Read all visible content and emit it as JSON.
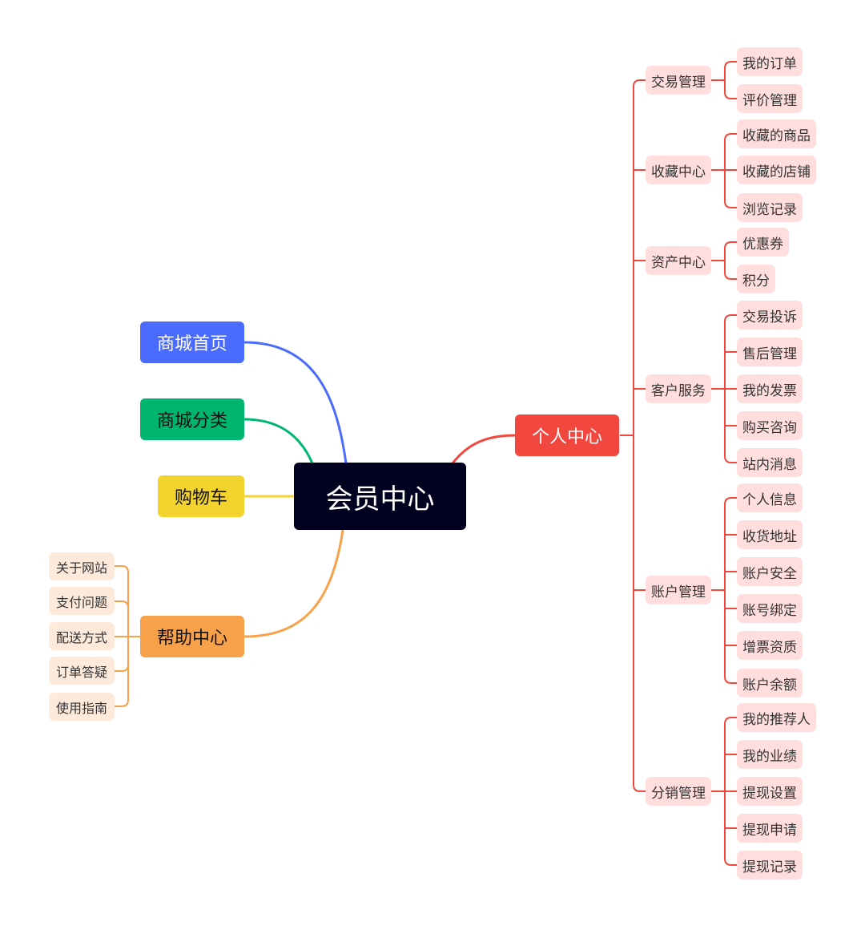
{
  "root": {
    "label": "会员中心"
  },
  "left": {
    "home": "商城首页",
    "category": "商城分类",
    "cart": "购物车",
    "help": {
      "label": "帮助中心",
      "items": [
        "关于网站",
        "支付问题",
        "配送方式",
        "订单答疑",
        "使用指南"
      ]
    }
  },
  "right": {
    "label": "个人中心",
    "groups": [
      {
        "label": "交易管理",
        "items": [
          "我的订单",
          "评价管理"
        ]
      },
      {
        "label": "收藏中心",
        "items": [
          "收藏的商品",
          "收藏的店铺",
          "浏览记录"
        ]
      },
      {
        "label": "资产中心",
        "items": [
          "优惠券",
          "积分"
        ]
      },
      {
        "label": "客户服务",
        "items": [
          "交易投诉",
          "售后管理",
          "我的发票",
          "购买咨询",
          "站内消息"
        ]
      },
      {
        "label": "账户管理",
        "items": [
          "个人信息",
          "收货地址",
          "账户安全",
          "账号绑定",
          "增票资质",
          "账户余额"
        ]
      },
      {
        "label": "分销管理",
        "items": [
          "我的推荐人",
          "我的业绩",
          "提现设置",
          "提现申请",
          "提现记录"
        ]
      }
    ]
  },
  "colors": {
    "root": "#01001f",
    "home": "#4a6bfb",
    "category": "#00b66f",
    "cart": "#f3d32d",
    "help": "#f7a14a",
    "user": "#f2473f"
  }
}
